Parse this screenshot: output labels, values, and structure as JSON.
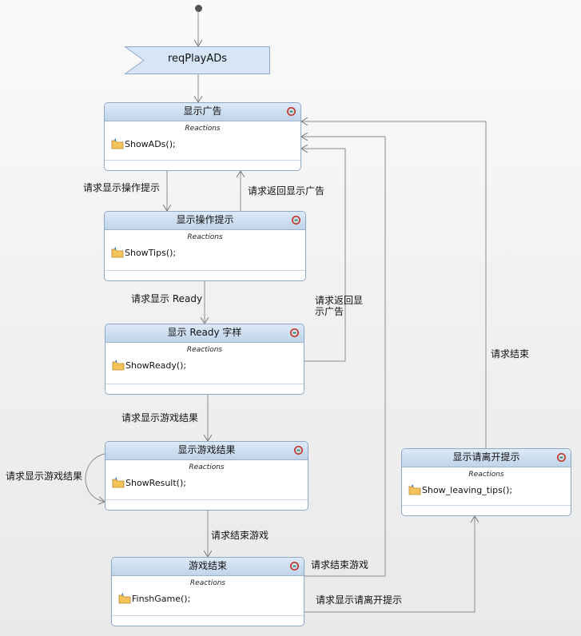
{
  "event": {
    "label": "reqPlayADs"
  },
  "states": {
    "ads": {
      "title": "显示广告",
      "reactions": "Reactions",
      "action": "ShowADs();"
    },
    "tips": {
      "title": "显示操作提示",
      "reactions": "Reactions",
      "action": "ShowTips();"
    },
    "ready": {
      "title": "显示 Ready 字样",
      "reactions": "Reactions",
      "action": "ShowReady();"
    },
    "result": {
      "title": "显示游戏结果",
      "reactions": "Reactions",
      "action": "ShowResult();"
    },
    "finish": {
      "title": "游戏结束",
      "reactions": "Reactions",
      "action": "FinshGame();"
    },
    "leaving": {
      "title": "显示请离开提示",
      "reactions": "Reactions",
      "action": "Show_leaving_tips();"
    }
  },
  "transitions": {
    "req_tips": "请求显示操作提示",
    "req_back_ads": "请求返回显示广告",
    "req_ready": "请求显示 Ready",
    "req_back_ads2": "请求返回显示广告",
    "req_result": "请求显示游戏结果",
    "req_result_self": "请求显示游戏结果",
    "req_end_game": "请求结束游戏",
    "req_end_game2": "请求结束游戏",
    "req_leaving": "请求显示请离开提示",
    "req_end": "请求结束"
  },
  "colors": {
    "header": "#c9dbee",
    "border": "#8ea7c4",
    "edge": "#8c8c8c",
    "event_fill": "#d6e6f7"
  },
  "icons": {
    "cycle": "cycle-icon",
    "action": "folder-action-icon"
  }
}
